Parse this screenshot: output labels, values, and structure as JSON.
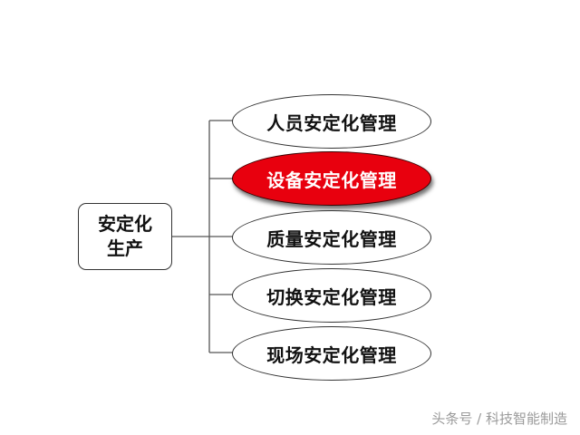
{
  "root": {
    "label": "安定化生产"
  },
  "branches": [
    {
      "label": "人员安定化管理",
      "highlighted": false
    },
    {
      "label": "设备安定化管理",
      "highlighted": true
    },
    {
      "label": "质量安定化管理",
      "highlighted": false
    },
    {
      "label": "切换安定化管理",
      "highlighted": false
    },
    {
      "label": "现场安定化管理",
      "highlighted": false
    }
  ],
  "colors": {
    "highlight_fill": "#e8000e",
    "highlight_text": "#ffffff",
    "line": "#555555",
    "watermark": "#9a9a9a"
  },
  "watermark": {
    "text": "头条号 / 科技智能制造"
  }
}
